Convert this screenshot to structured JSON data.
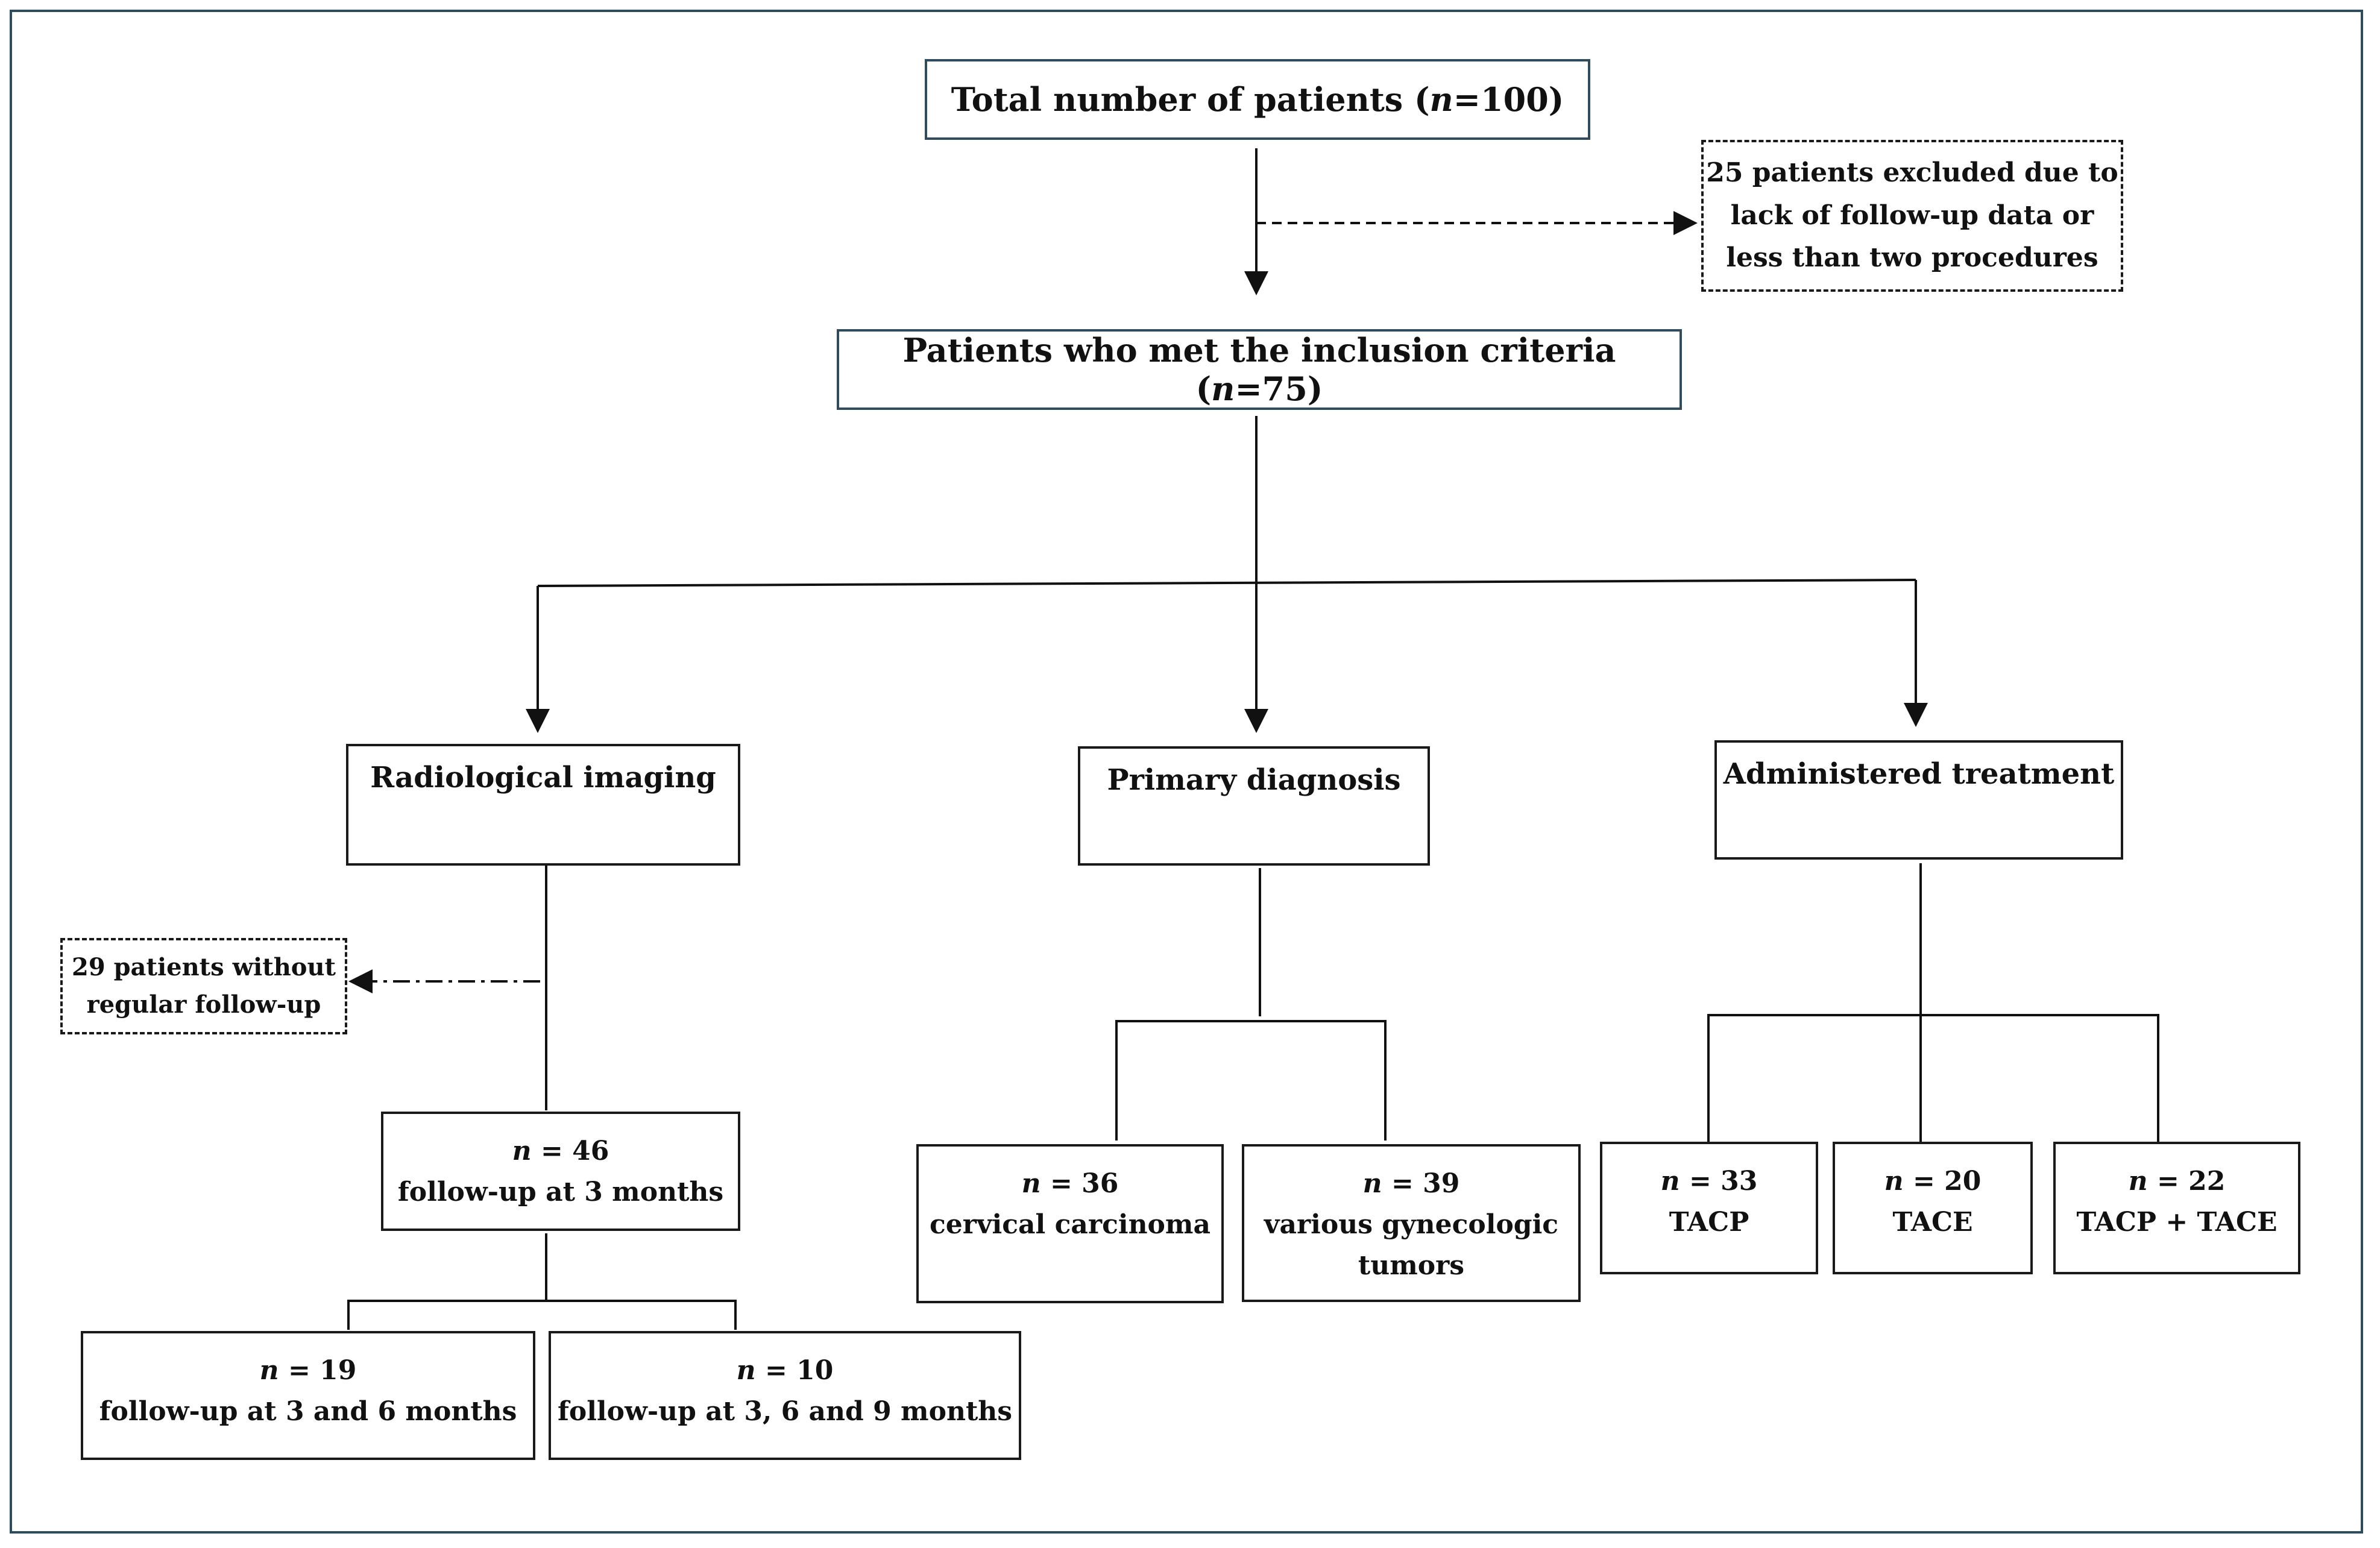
{
  "total": {
    "prefix": "Total number of patients (",
    "n": "n",
    "suffix": "=100)"
  },
  "excluded": {
    "lines": [
      "25 patients excluded due to",
      "lack of follow-up data or",
      "less than two procedures"
    ]
  },
  "included": {
    "prefix": "Patients who met the inclusion criteria (",
    "n": "n",
    "suffix": "=75)"
  },
  "branches": {
    "imaging": "Radiological imaging",
    "diagnosis": "Primary diagnosis",
    "treatment": "Administered treatment"
  },
  "no_followup": {
    "lines": [
      "29 patients without",
      "regular follow-up"
    ]
  },
  "imaging_nodes": {
    "m3": {
      "n": "n",
      "count": " = 46",
      "label": "follow-up at 3 months"
    },
    "m36": {
      "n": "n",
      "count": " = 19",
      "label": "follow-up at 3 and 6 months"
    },
    "m369": {
      "n": "n",
      "count": " = 10",
      "label": "follow-up at 3, 6 and 9 months"
    }
  },
  "diagnosis_nodes": {
    "cervical": {
      "n": "n",
      "count": " = 36",
      "label": "cervical carcinoma"
    },
    "various": {
      "n": "n",
      "count": " = 39",
      "label_lines": [
        "various gynecologic",
        "tumors"
      ]
    }
  },
  "treatment_nodes": {
    "tacp": {
      "n": "n",
      "count": " = 33",
      "label": "TACP"
    },
    "tace": {
      "n": "n",
      "count": " = 20",
      "label": "TACE"
    },
    "both": {
      "n": "n",
      "count": " = 22",
      "label": "TACP + TACE"
    }
  }
}
